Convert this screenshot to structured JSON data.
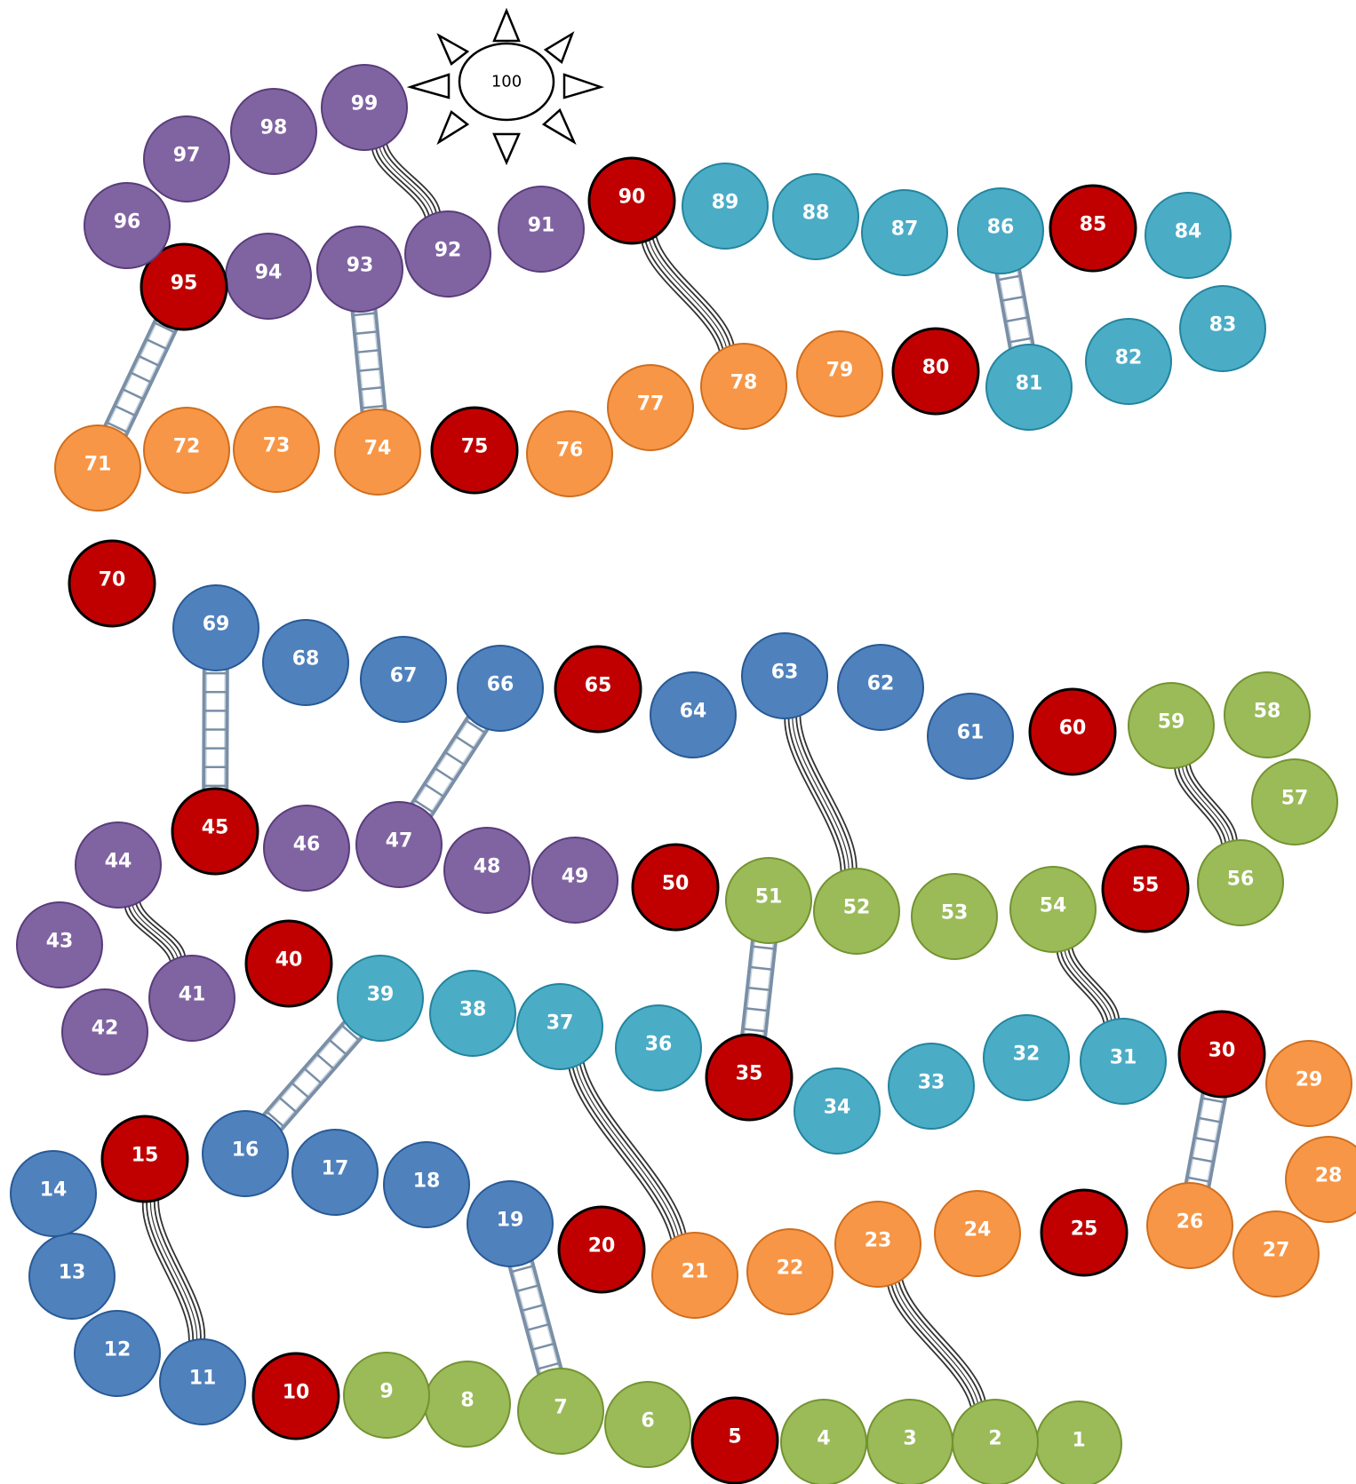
{
  "board": {
    "finish": {
      "label": "100",
      "icon": "sun-icon"
    },
    "colors": {
      "green": "#9bbb59",
      "orange": "#f79646",
      "cyan": "#4bacc6",
      "blue": "#4f81bd",
      "purple": "#8064a2",
      "red": "#c00000",
      "red_border": "#000000",
      "ladder": "#7a8fa6",
      "slide": "#333333"
    },
    "spaces": [
      {
        "n": "1",
        "color": "green"
      },
      {
        "n": "2",
        "color": "green"
      },
      {
        "n": "3",
        "color": "green"
      },
      {
        "n": "4",
        "color": "green"
      },
      {
        "n": "5",
        "color": "red"
      },
      {
        "n": "6",
        "color": "green"
      },
      {
        "n": "7",
        "color": "green"
      },
      {
        "n": "8",
        "color": "green"
      },
      {
        "n": "9",
        "color": "green"
      },
      {
        "n": "10",
        "color": "red"
      },
      {
        "n": "11",
        "color": "blue"
      },
      {
        "n": "12",
        "color": "blue"
      },
      {
        "n": "13",
        "color": "blue"
      },
      {
        "n": "14",
        "color": "blue"
      },
      {
        "n": "15",
        "color": "red"
      },
      {
        "n": "16",
        "color": "blue"
      },
      {
        "n": "17",
        "color": "blue"
      },
      {
        "n": "18",
        "color": "blue"
      },
      {
        "n": "19",
        "color": "blue"
      },
      {
        "n": "20",
        "color": "red"
      },
      {
        "n": "21",
        "color": "orange"
      },
      {
        "n": "22",
        "color": "orange"
      },
      {
        "n": "23",
        "color": "orange"
      },
      {
        "n": "24",
        "color": "orange"
      },
      {
        "n": "25",
        "color": "red"
      },
      {
        "n": "26",
        "color": "orange"
      },
      {
        "n": "27",
        "color": "orange"
      },
      {
        "n": "28",
        "color": "orange"
      },
      {
        "n": "29",
        "color": "orange"
      },
      {
        "n": "30",
        "color": "red"
      },
      {
        "n": "31",
        "color": "cyan"
      },
      {
        "n": "32",
        "color": "cyan"
      },
      {
        "n": "33",
        "color": "cyan"
      },
      {
        "n": "34",
        "color": "cyan"
      },
      {
        "n": "35",
        "color": "red"
      },
      {
        "n": "36",
        "color": "cyan"
      },
      {
        "n": "37",
        "color": "cyan"
      },
      {
        "n": "38",
        "color": "cyan"
      },
      {
        "n": "39",
        "color": "cyan"
      },
      {
        "n": "40",
        "color": "red"
      },
      {
        "n": "41",
        "color": "purple"
      },
      {
        "n": "42",
        "color": "purple"
      },
      {
        "n": "43",
        "color": "purple"
      },
      {
        "n": "44",
        "color": "purple"
      },
      {
        "n": "45",
        "color": "red"
      },
      {
        "n": "46",
        "color": "purple"
      },
      {
        "n": "47",
        "color": "purple"
      },
      {
        "n": "48",
        "color": "purple"
      },
      {
        "n": "49",
        "color": "purple"
      },
      {
        "n": "50",
        "color": "red"
      },
      {
        "n": "51",
        "color": "green"
      },
      {
        "n": "52",
        "color": "green"
      },
      {
        "n": "53",
        "color": "green"
      },
      {
        "n": "54",
        "color": "green"
      },
      {
        "n": "55",
        "color": "red"
      },
      {
        "n": "56",
        "color": "green"
      },
      {
        "n": "57",
        "color": "green"
      },
      {
        "n": "58",
        "color": "green"
      },
      {
        "n": "59",
        "color": "green"
      },
      {
        "n": "60",
        "color": "red"
      },
      {
        "n": "61",
        "color": "blue"
      },
      {
        "n": "62",
        "color": "blue"
      },
      {
        "n": "63",
        "color": "blue"
      },
      {
        "n": "64",
        "color": "blue"
      },
      {
        "n": "65",
        "color": "red"
      },
      {
        "n": "66",
        "color": "blue"
      },
      {
        "n": "67",
        "color": "blue"
      },
      {
        "n": "68",
        "color": "blue"
      },
      {
        "n": "69",
        "color": "blue"
      },
      {
        "n": "70",
        "color": "red"
      },
      {
        "n": "71",
        "color": "orange"
      },
      {
        "n": "72",
        "color": "orange"
      },
      {
        "n": "73",
        "color": "orange"
      },
      {
        "n": "74",
        "color": "orange"
      },
      {
        "n": "75",
        "color": "red"
      },
      {
        "n": "76",
        "color": "orange"
      },
      {
        "n": "77",
        "color": "orange"
      },
      {
        "n": "78",
        "color": "orange"
      },
      {
        "n": "79",
        "color": "orange"
      },
      {
        "n": "80",
        "color": "red"
      },
      {
        "n": "81",
        "color": "cyan"
      },
      {
        "n": "82",
        "color": "cyan"
      },
      {
        "n": "83",
        "color": "cyan"
      },
      {
        "n": "84",
        "color": "cyan"
      },
      {
        "n": "85",
        "color": "red"
      },
      {
        "n": "86",
        "color": "cyan"
      },
      {
        "n": "87",
        "color": "cyan"
      },
      {
        "n": "88",
        "color": "cyan"
      },
      {
        "n": "89",
        "color": "cyan"
      },
      {
        "n": "90",
        "color": "red"
      },
      {
        "n": "91",
        "color": "purple"
      },
      {
        "n": "92",
        "color": "purple"
      },
      {
        "n": "93",
        "color": "purple"
      },
      {
        "n": "94",
        "color": "purple"
      },
      {
        "n": "95",
        "color": "red"
      },
      {
        "n": "96",
        "color": "purple"
      },
      {
        "n": "97",
        "color": "purple"
      },
      {
        "n": "98",
        "color": "purple"
      },
      {
        "n": "99",
        "color": "purple"
      }
    ],
    "ladders": [
      {
        "from": "7",
        "to": "19"
      },
      {
        "from": "16",
        "to": "39"
      },
      {
        "from": "26",
        "to": "30"
      },
      {
        "from": "35",
        "to": "51"
      },
      {
        "from": "45",
        "to": "69"
      },
      {
        "from": "47",
        "to": "66"
      },
      {
        "from": "71",
        "to": "95"
      },
      {
        "from": "74",
        "to": "93"
      },
      {
        "from": "81",
        "to": "86"
      }
    ],
    "slides": [
      {
        "from": "99",
        "to": "92"
      },
      {
        "from": "90",
        "to": "78"
      },
      {
        "from": "63",
        "to": "52"
      },
      {
        "from": "59",
        "to": "56"
      },
      {
        "from": "54",
        "to": "31"
      },
      {
        "from": "44",
        "to": "41"
      },
      {
        "from": "37",
        "to": "21"
      },
      {
        "from": "23",
        "to": "2"
      },
      {
        "from": "15",
        "to": "11"
      }
    ]
  }
}
